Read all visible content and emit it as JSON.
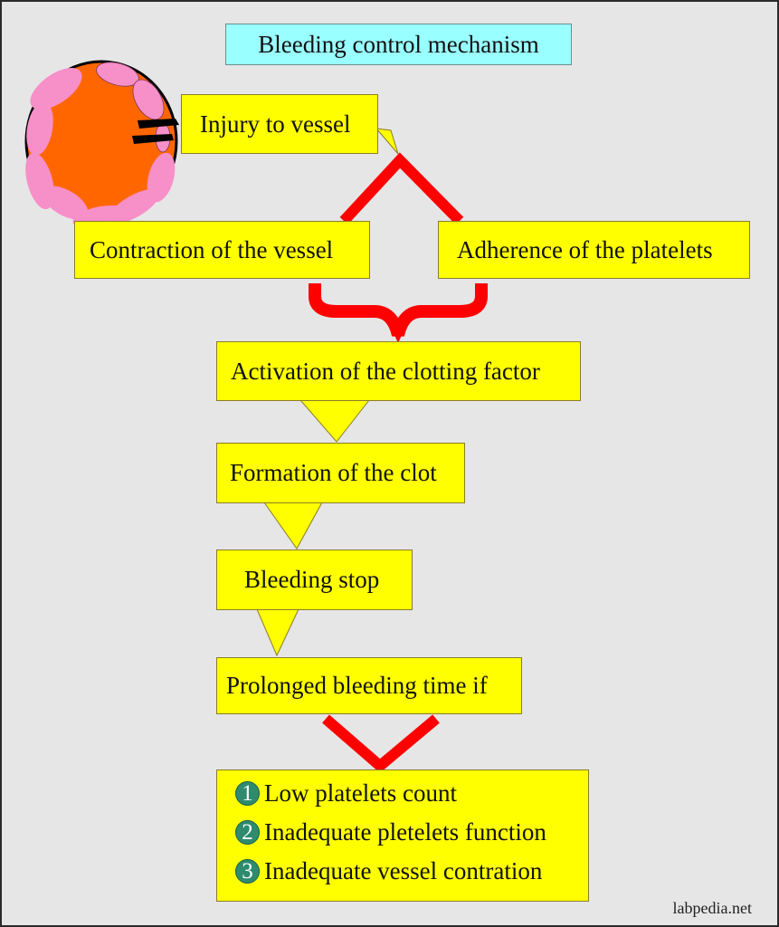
{
  "title": "Bleeding control mechanism",
  "injury": {
    "label": "Injury to vessel",
    "vessel_icon": "vessel-cross-section-icon"
  },
  "branches": {
    "left": "Contraction of the vessel",
    "right": "Adherence of the platelets"
  },
  "steps": [
    "Activation of the clotting factor",
    "Formation of the clot",
    "Bleeding stop",
    "Prolonged bleeding time if"
  ],
  "causes": [
    {
      "number": "1",
      "text": "Low platelets count"
    },
    {
      "number": "2",
      "text": "Inadequate pletelets function"
    },
    {
      "number": "3",
      "text": "Inadequate vessel contration"
    }
  ],
  "watermark": "labpedia.net",
  "colors": {
    "background": "#e6e6e6",
    "box_fill": "#ffff00",
    "title_fill": "#99ffff",
    "connector": "#ff0000",
    "vessel_wall": "#ff6600",
    "platelet": "#f78fc8",
    "badge": "#2e8b6e"
  }
}
